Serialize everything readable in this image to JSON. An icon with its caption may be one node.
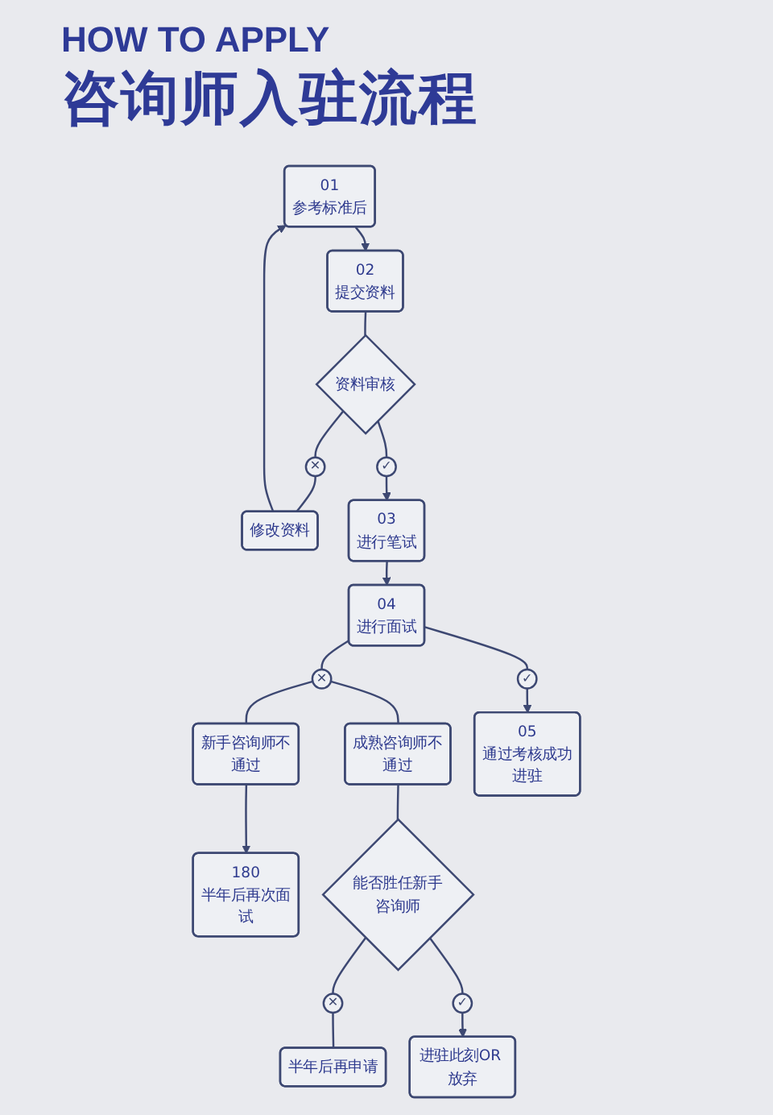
{
  "diagram": {
    "title": "咨询师入驻流程",
    "nodes": [
      {
        "text": [
          "01",
          "参考标准后"
        ]
      },
      {
        "text": [
          "02",
          "提交资料"
        ]
      },
      {
        "text": [
          "资料审核"
        ]
      },
      {
        "text": [
          "✕"
        ]
      },
      {
        "text": [
          "修改资料"
        ]
      },
      {
        "text": [
          "✓"
        ]
      },
      {
        "text": [
          "03",
          "进行笔试"
        ]
      },
      {
        "text": [
          "新手咨询师不通过"
        ]
      },
      {
        "text": [
          "180",
          "半年后再次面试"
        ]
      },
      {
        "text": [
          "04",
          "进行面试"
        ]
      },
      {
        "text": [
          "✕"
        ]
      },
      {
        "text": [
          "半年后再申请"
        ]
      },
      {
        "text": [
          "✕"
        ]
      },
      {
        "text": [
          "✓"
        ]
      },
      {
        "text": [
          "成熟咨询师不通过"
        ]
      },
      {
        "text": [
          "能否胜任新手咨询师"
        ]
      },
      {
        "text": [
          "✓"
        ]
      },
      {
        "text": [
          "05",
          "通过考核成功进驻"
        ]
      },
      {
        "text": [
          "进驻此刻OR 放弃"
        ]
      }
    ],
    "edges": [
      {
        "from": 0,
        "to": 1,
        "arrow": "to"
      },
      {
        "from": 1,
        "to": 2,
        "arrow": "none"
      },
      {
        "from": 2,
        "to": 3,
        "arrow": "none"
      },
      {
        "from": 3,
        "to": 4,
        "arrow": "none"
      },
      {
        "from": 4,
        "to": 0,
        "arrow": "to"
      },
      {
        "from": 2,
        "to": 5,
        "arrow": "none"
      },
      {
        "from": 5,
        "to": 6,
        "arrow": "to"
      },
      {
        "from": 6,
        "to": 9,
        "arrow": "to"
      },
      {
        "from": 9,
        "to": 10,
        "arrow": "none"
      },
      {
        "from": 10,
        "to": 7,
        "arrow": "none"
      },
      {
        "from": 10,
        "to": 14,
        "arrow": "none"
      },
      {
        "from": 7,
        "to": 8,
        "arrow": "to"
      },
      {
        "from": 9,
        "to": 13,
        "arrow": "none"
      },
      {
        "from": 13,
        "to": 17,
        "arrow": "to"
      },
      {
        "from": 14,
        "to": 15,
        "arrow": "none"
      },
      {
        "from": 15,
        "to": 12,
        "arrow": "none"
      },
      {
        "from": 12,
        "to": 11,
        "arrow": "none"
      },
      {
        "from": 15,
        "to": 16,
        "arrow": "none"
      },
      {
        "from": 16,
        "to": 18,
        "arrow": "to"
      }
    ],
    "labels": [
      "HOW TO APPLY"
    ]
  }
}
